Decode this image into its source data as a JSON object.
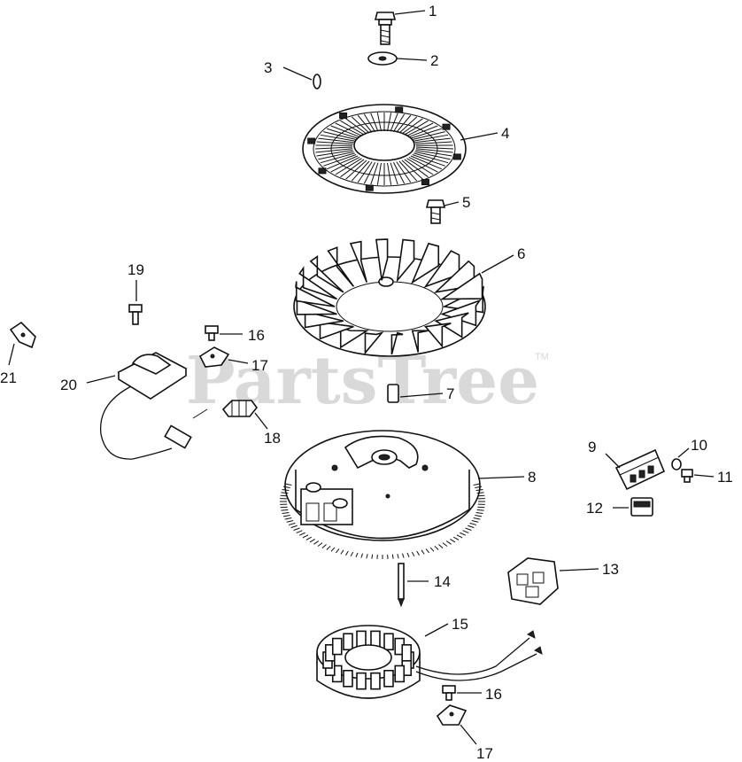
{
  "watermark": {
    "text": "PartsTree",
    "tm": "TM"
  },
  "callouts": [
    {
      "id": "c1",
      "label": "1"
    },
    {
      "id": "c2",
      "label": "2"
    },
    {
      "id": "c3",
      "label": "3"
    },
    {
      "id": "c4",
      "label": "4"
    },
    {
      "id": "c5",
      "label": "5"
    },
    {
      "id": "c6",
      "label": "6"
    },
    {
      "id": "c7",
      "label": "7"
    },
    {
      "id": "c8",
      "label": "8"
    },
    {
      "id": "c9",
      "label": "9"
    },
    {
      "id": "c10",
      "label": "10"
    },
    {
      "id": "c11",
      "label": "11"
    },
    {
      "id": "c12",
      "label": "12"
    },
    {
      "id": "c13",
      "label": "13"
    },
    {
      "id": "c14",
      "label": "14"
    },
    {
      "id": "c15",
      "label": "15"
    },
    {
      "id": "c16a",
      "label": "16"
    },
    {
      "id": "c16b",
      "label": "16"
    },
    {
      "id": "c17a",
      "label": "17"
    },
    {
      "id": "c17b",
      "label": "17"
    },
    {
      "id": "c18",
      "label": "18"
    },
    {
      "id": "c19",
      "label": "19"
    },
    {
      "id": "c20",
      "label": "20"
    },
    {
      "id": "c21",
      "label": "21"
    }
  ]
}
